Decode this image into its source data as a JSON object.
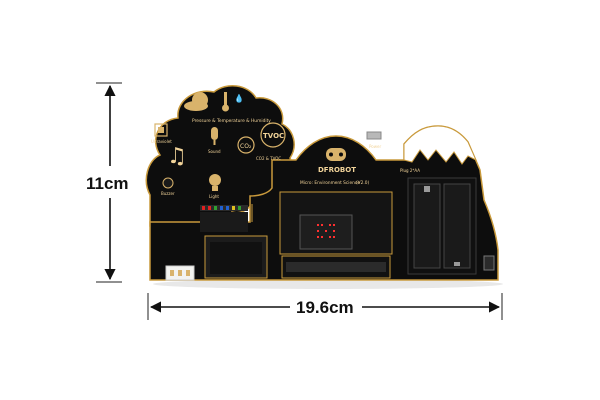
{
  "dimensions": {
    "height": "11cm",
    "width": "19.6cm"
  },
  "board": {
    "brand": "DFROBOT",
    "product_title": "Micro: Environment Science",
    "version": "(V2.0)",
    "sensor_header": "Pressure & Temperature & Humidity",
    "co2_label": "CO₂",
    "tvoc_label": "TVOC",
    "co2_tvoc_caption": "CO2 & TVOC",
    "ultraviolet_label": "Ultraviolet",
    "sound_label": "Sound",
    "light_label": "Light",
    "buzzer_label": "Buzzer",
    "power_label": "Power",
    "plug_label": "Plug 2*AA",
    "colors": {
      "pcb": "#0d0d0d",
      "silkscreen": "#d9b36b",
      "gold": "#c99a3c",
      "mountain_snow": "#ffffff"
    }
  }
}
